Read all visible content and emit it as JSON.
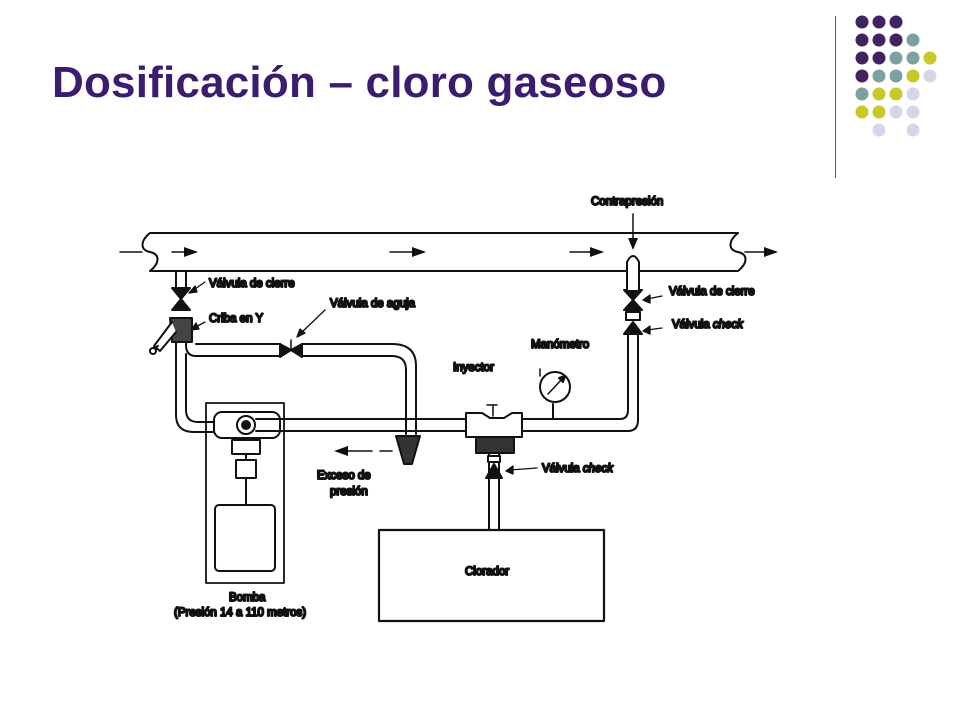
{
  "slide": {
    "title": "Dosificación – cloro gaseoso",
    "palette": {
      "purple": "#41235f",
      "teal": "#7ba2a0",
      "olive": "#c8c826",
      "lavender": "#d6d6e8",
      "title_color": "#3b1c6e"
    }
  },
  "diagram": {
    "labels": {
      "contrapresion": "Contrapresión",
      "valvula_cierre_left": "Válvula de cierre",
      "valvula_cierre_right": "Válvula de cierre",
      "criba": "Criba en Y",
      "valvula_aguja": "Válvula de aguja",
      "valvula_check_top_prefix": "Válvula ",
      "valvula_check_top_em": "check",
      "manometro": "Manómetro",
      "inyector": "Inyector",
      "valvula_check_bottom_prefix": "Válvula ",
      "valvula_check_bottom_em": "check",
      "exceso_line1": "Exceso de",
      "exceso_line2": "presión",
      "clorador": "Clorador",
      "bomba": "Bomba",
      "bomba_presion": "(Presión 14 a 110 metros)"
    }
  }
}
